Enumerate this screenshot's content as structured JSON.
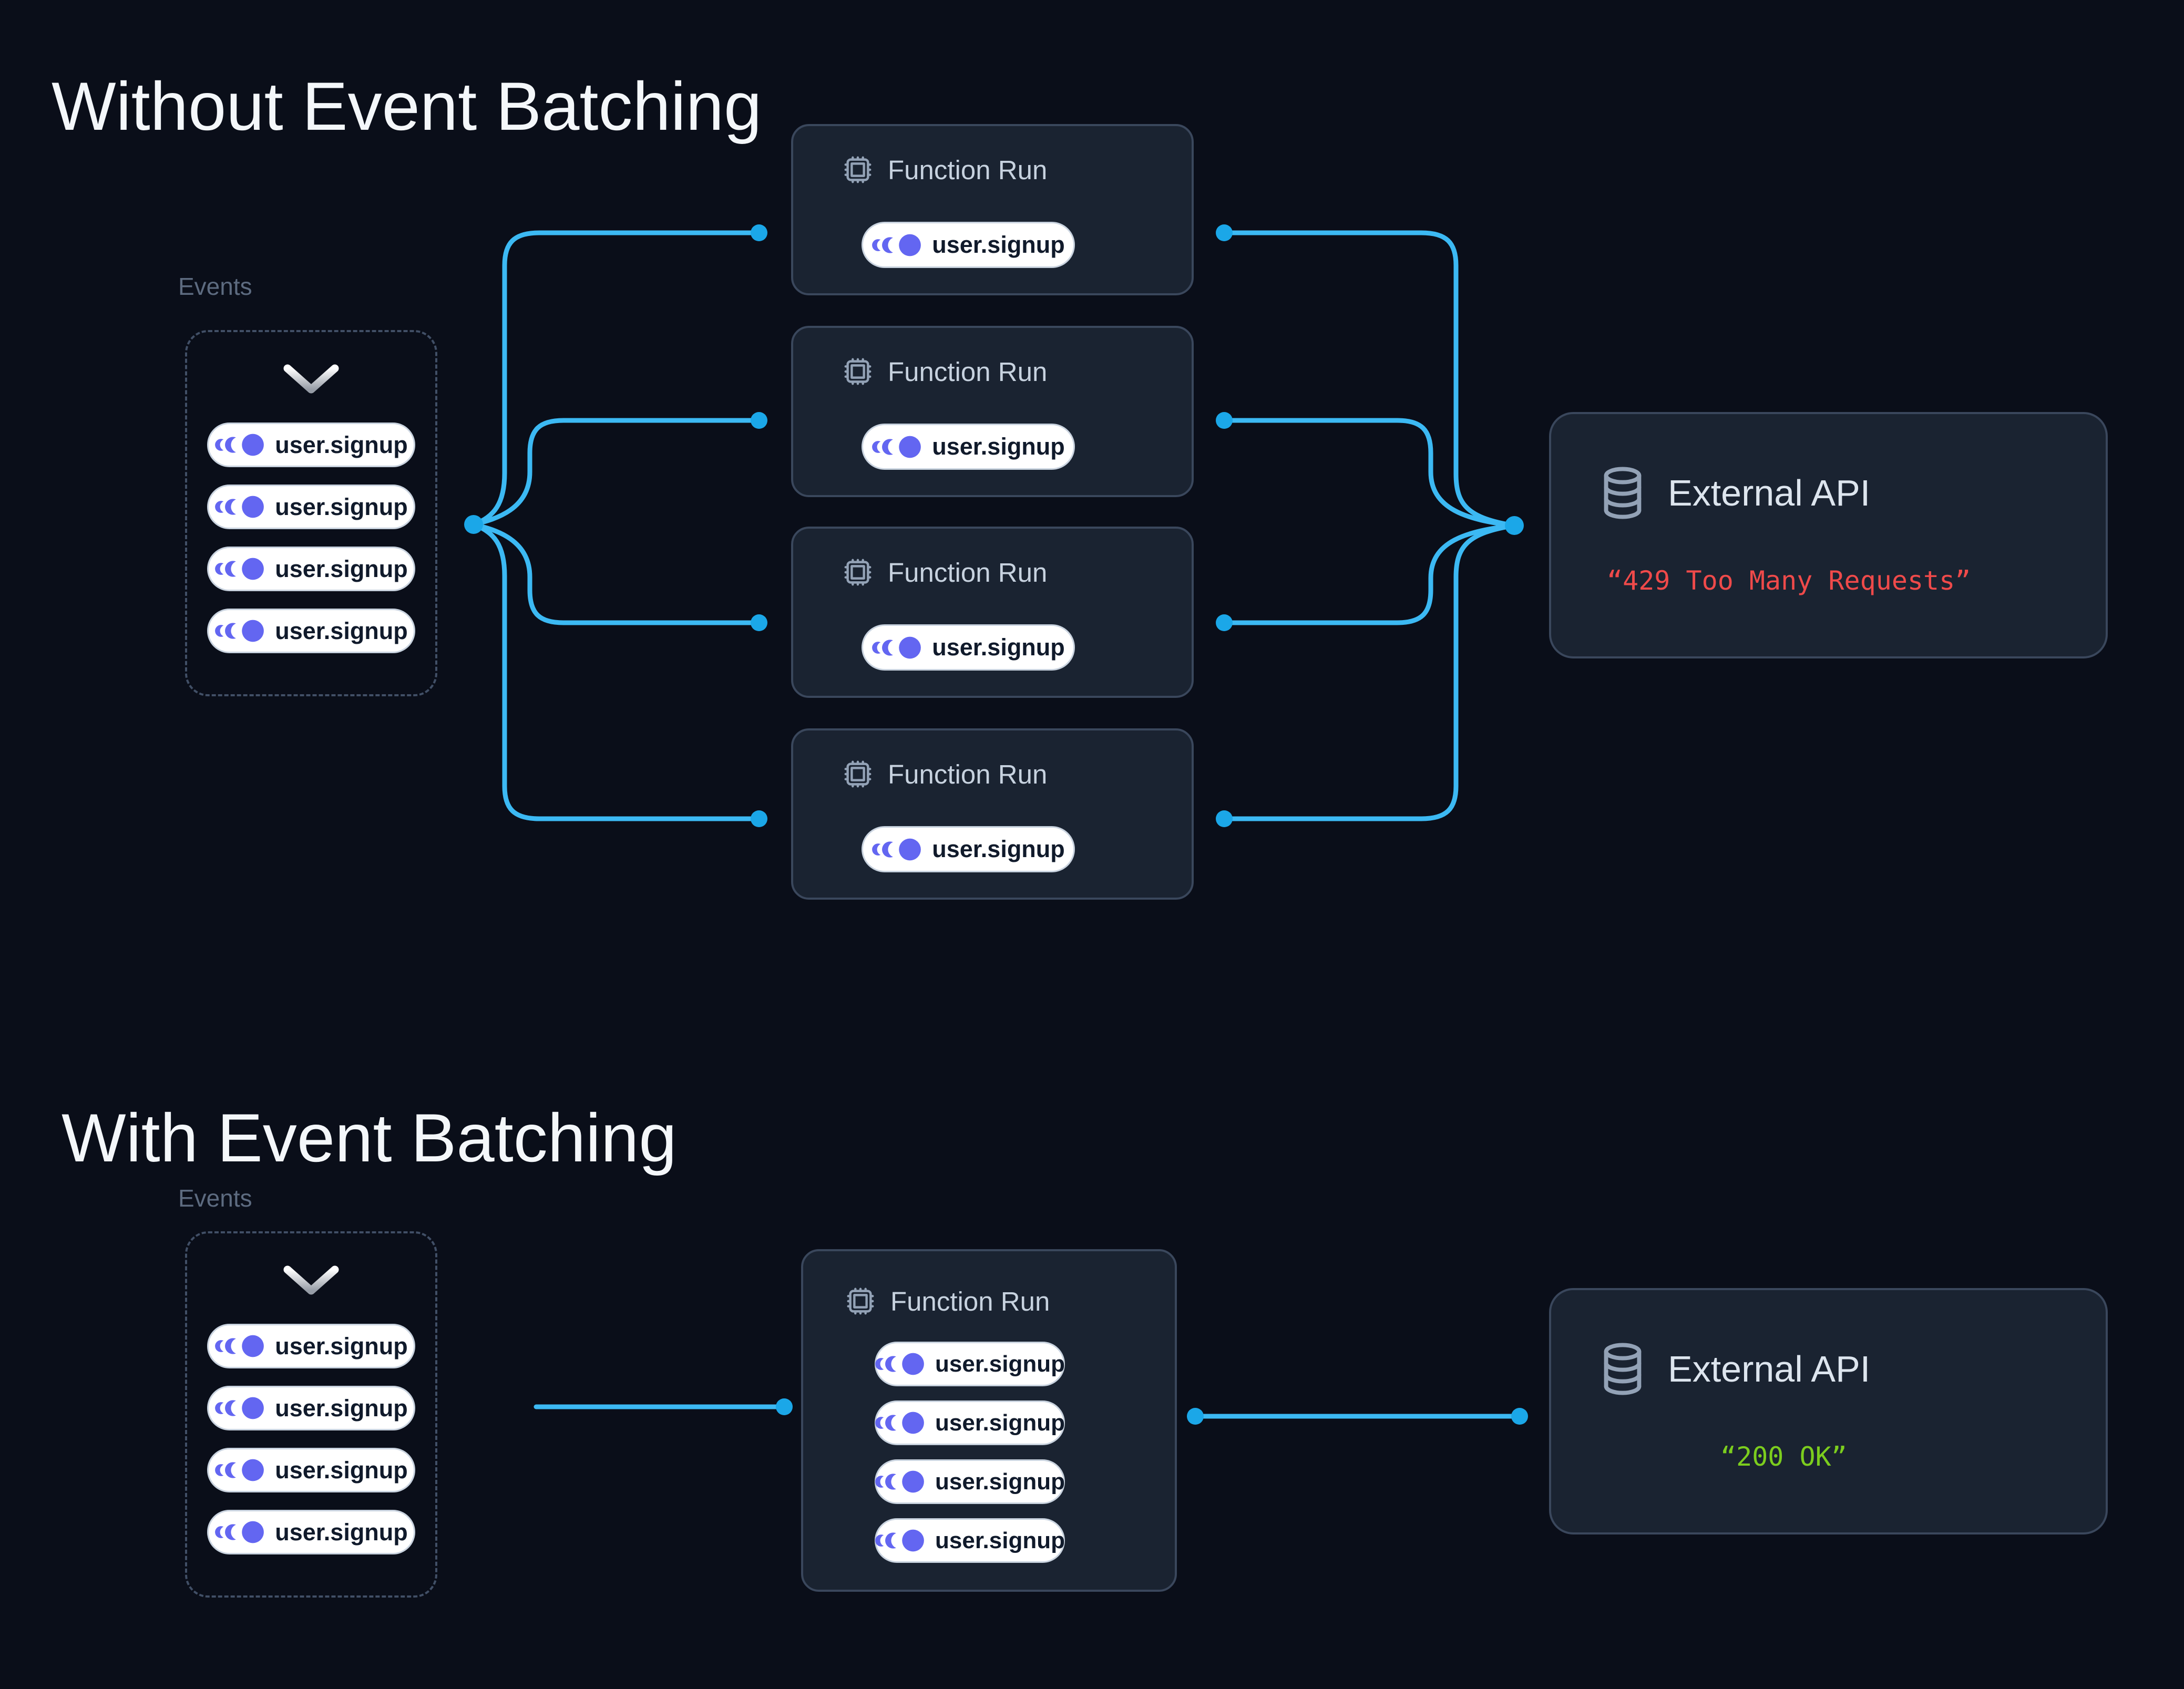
{
  "top": {
    "title": "Without Event Batching",
    "events": {
      "label": "Events",
      "items": [
        "user.signup",
        "user.signup",
        "user.signup",
        "user.signup"
      ]
    },
    "function_runs": [
      {
        "label": "Function Run",
        "event": "user.signup"
      },
      {
        "label": "Function Run",
        "event": "user.signup"
      },
      {
        "label": "Function Run",
        "event": "user.signup"
      },
      {
        "label": "Function Run",
        "event": "user.signup"
      }
    ],
    "external_api": {
      "label": "External API",
      "response": "“429 Too Many Requests”",
      "response_color": "#ef4a4a"
    }
  },
  "bottom": {
    "title": "With Event Batching",
    "events": {
      "label": "Events",
      "items": [
        "user.signup",
        "user.signup",
        "user.signup",
        "user.signup"
      ]
    },
    "function_run": {
      "label": "Function Run",
      "events": [
        "user.signup",
        "user.signup",
        "user.signup",
        "user.signup"
      ]
    },
    "external_api": {
      "label": "External API",
      "response": "“200 OK”",
      "response_color": "#7ccd1e"
    }
  },
  "colors": {
    "background": "#0a0e19",
    "card_background": "#1a2331",
    "card_border": "#3a475c",
    "connector_line": "#3cb9f3",
    "connector_dot": "#1ba7e8",
    "event_icon": "#6366f1",
    "error_text": "#ef4a4a",
    "success_text": "#7ccd1e"
  }
}
